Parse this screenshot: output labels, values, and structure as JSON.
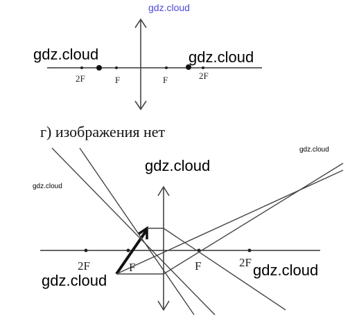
{
  "watermarks": {
    "top": "gdz.cloud",
    "d1_left": "gdz.cloud",
    "d1_right": "gdz.cloud",
    "d2_top_small": "gdz.cloud",
    "d2_center": "gdz.cloud",
    "d2_left_small": "gdz.cloud",
    "d2_bottom_left": "gdz.cloud",
    "d2_bottom_right": "gdz.cloud"
  },
  "diagram1": {
    "labels": {
      "left_2f": "2F",
      "left_f": "F",
      "right_f": "F",
      "right_2f": "2F"
    }
  },
  "caption": "г) изображения нет",
  "diagram2": {
    "labels": {
      "left_2f": "2F",
      "left_f": "F",
      "right_f": "F",
      "right_2f": "2F"
    }
  }
}
